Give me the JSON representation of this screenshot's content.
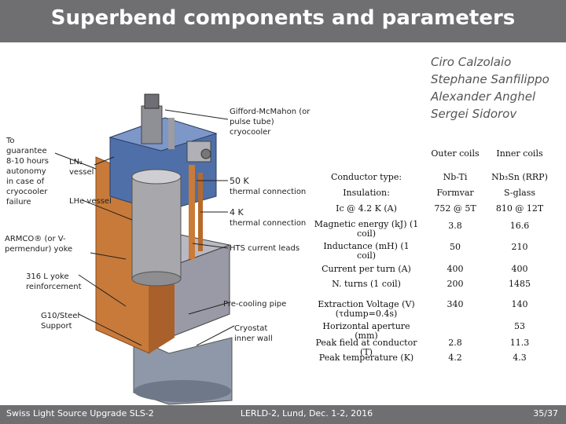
{
  "title": "Superbend components and parameters",
  "authors": [
    "Ciro Calzolaio",
    "Stephane Sanfilippo",
    "Alexander Anghel",
    "Sergei Sidorov"
  ],
  "labels": {
    "guarantee": "To guarantee 8-10 hours autonomy in case of cryocooler failure",
    "ln2": "LN₂ vessel",
    "lhe": "LHe vessel",
    "armco": "ARMCO® (or V-permendur) yoke",
    "steel": "316 L yoke reinforcement",
    "g10": "G10/Steel Support",
    "gifford": "Gifford-McMahon (or pulse tube) cryocooler",
    "k50": "50 K",
    "k50_sub": "thermal connection",
    "k4": "4 K",
    "k4_sub": "thermal connection",
    "hts": "HTS current leads",
    "precool": "Pre-cooling pipe",
    "cryostat": "Cryostat inner wall"
  },
  "table": {
    "header": [
      "",
      "Outer coils",
      "Inner coils"
    ],
    "rows": [
      [
        "Conductor type:",
        "Nb-Ti",
        "Nb₃Sn (RRP)"
      ],
      [
        "Insulation:",
        "Formvar",
        "S-glass"
      ],
      [
        "Ic @ 4.2 K (A)",
        "752 @ 5T",
        "810 @ 12T"
      ],
      [
        "Magnetic energy (kJ) (1 coil)",
        "3.8",
        "16.6"
      ],
      [
        "Inductance (mH) (1 coil)",
        "50",
        "210"
      ],
      [
        "Current per turn (A)",
        "400",
        "400"
      ],
      [
        "N. turns (1 coil)",
        "200",
        "1485"
      ],
      [
        "Extraction Voltage (V) (τdump=0.4s)",
        "340",
        "140"
      ],
      [
        "Horizontal aperture (mm)",
        "",
        "53"
      ],
      [
        "Peak field at conductor (T)",
        "2.8",
        "11.3"
      ],
      [
        "Peak temperature (K)",
        "4.2",
        "4.3"
      ]
    ]
  },
  "footer": {
    "left": "Swiss Light Source Upgrade  SLS-2",
    "center": "LERLD-2, Lund, Dec. 1-2, 2016",
    "right": "35/37"
  },
  "colors": {
    "bar": "#6f6f72",
    "cryostat_blue": "#4f6fa8",
    "yoke_gray": "#9a9aa6",
    "copper": "#c87a3a"
  }
}
